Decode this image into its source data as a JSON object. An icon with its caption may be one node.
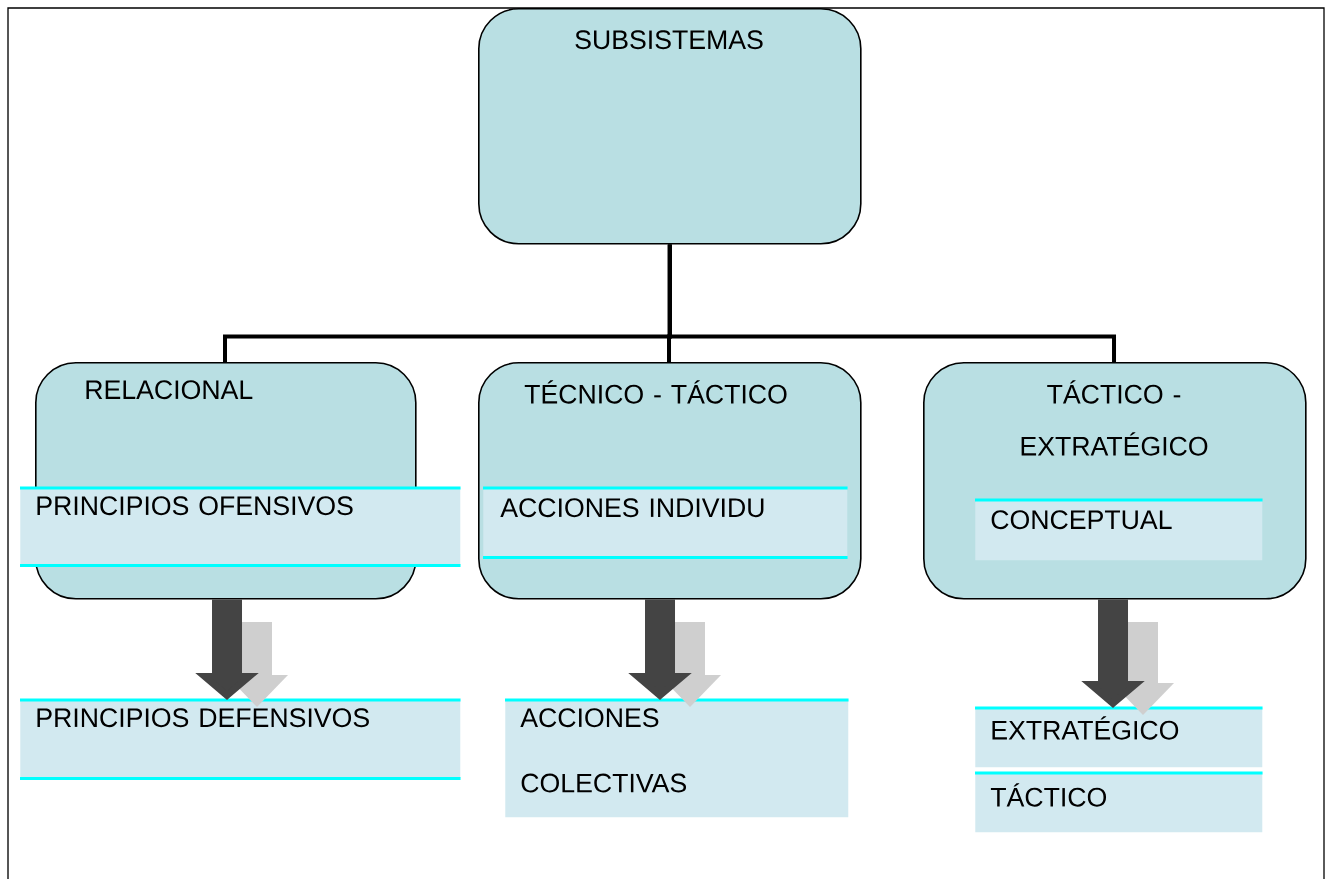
{
  "diagram": {
    "nodes": [
      {
        "text": [
          "SUBSISTEMAS"
        ]
      },
      {
        "text": [
          "RELACIONAL"
        ]
      },
      {
        "text": [
          "PRINCIPIOS OFENSIVOS"
        ]
      },
      {
        "text": [
          "TÉCNICO - TÁCTICO"
        ]
      },
      {
        "text": [
          "ACCIONES INDIVIDU"
        ],
        "in": 3
      },
      {
        "text": [
          "TÁCTICO - EXTRATÉGICO"
        ]
      },
      {
        "text": [
          "CONCEPTUAL"
        ],
        "in": 5
      },
      {
        "text": [
          "PRINCIPIOS DEFENSIVOS"
        ]
      },
      {
        "text": [
          "ACCIONES COLECTIVAS"
        ]
      },
      {
        "text": [
          "EXTRATÉGICO"
        ]
      },
      {
        "text": [
          "TÁCTICO"
        ]
      }
    ],
    "edges": [
      {
        "from": 0,
        "to": 1,
        "arrow": "none"
      },
      {
        "from": 0,
        "to": 3,
        "arrow": "none"
      },
      {
        "from": 0,
        "to": 5,
        "arrow": "none"
      },
      {
        "from": 1,
        "to": 7,
        "arrow": "to",
        "style": "thick"
      },
      {
        "from": 3,
        "to": 8,
        "arrow": "to",
        "style": "thick"
      },
      {
        "from": 5,
        "to": 9,
        "arrow": "to",
        "style": "thick"
      }
    ]
  }
}
